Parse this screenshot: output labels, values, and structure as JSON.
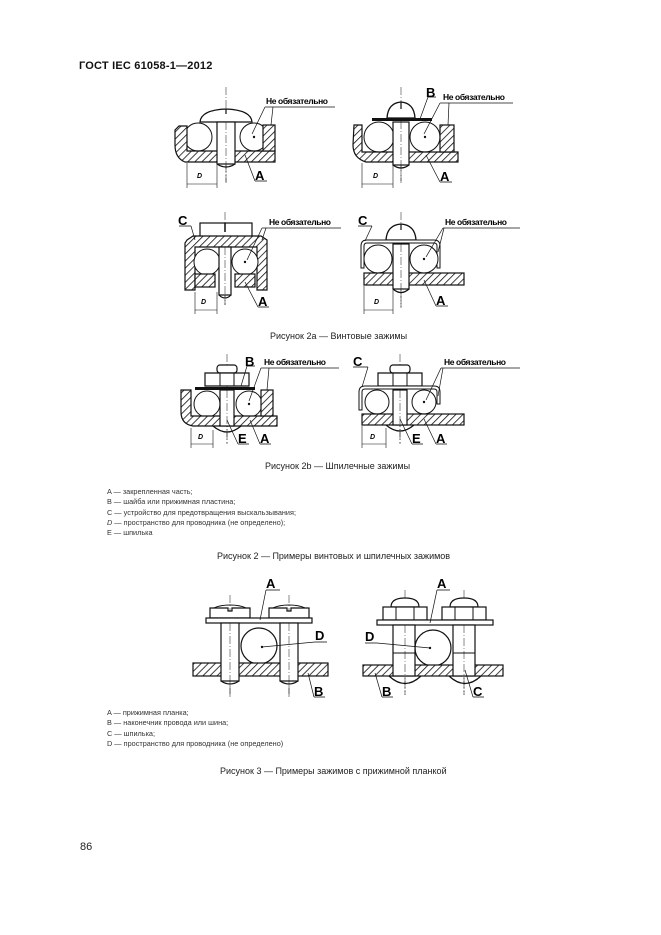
{
  "header": {
    "title": "ГОСТ IEC 61058-1—2012"
  },
  "figure2a": {
    "caption": "Рисунок 2а — Винтовые зажимы",
    "optional_label": "Не обязательно",
    "labels": {
      "A": "A",
      "B": "B",
      "C": "C",
      "D": "D"
    }
  },
  "figure2b": {
    "caption": "Рисунок 2b — Шпилечные зажимы",
    "optional_label": "Не обязательно",
    "labels": {
      "A": "A",
      "B": "B",
      "C": "C",
      "D": "D",
      "E": "E"
    }
  },
  "figure2_legend": [
    {
      "key": "A",
      "text": " — закрепленная часть;"
    },
    {
      "key": "B",
      "text": " — шайба или прижимная пластина;"
    },
    {
      "key": "C",
      "text": " — устройство для предотвращения выскальзывания;"
    },
    {
      "key": "D",
      "text": " — пространство для проводника (не определено);"
    },
    {
      "key": "E",
      "text": " — шпилька"
    }
  ],
  "figure2": {
    "caption": "Рисунок 2 — Примеры винтовых и шпилечных зажимов"
  },
  "figure3": {
    "caption": "Рисунок 3 — Примеры зажимов с прижимной планкой",
    "labels": {
      "A": "A",
      "B": "B",
      "C": "C",
      "D": "D"
    }
  },
  "figure3_legend": [
    {
      "key": "A",
      "text": " — прижимная планка;"
    },
    {
      "key": "B",
      "text": " — наконечник провода или шина;"
    },
    {
      "key": "C",
      "text": " — шпилька;"
    },
    {
      "key": "D",
      "text": " — пространство для проводника (не определено)"
    }
  ],
  "page_number": "86"
}
